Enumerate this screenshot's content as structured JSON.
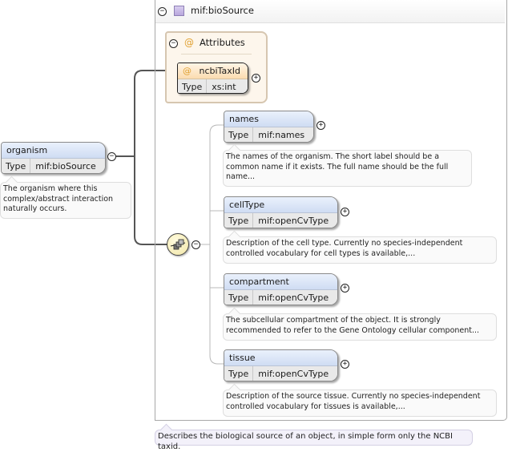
{
  "complex_type": {
    "name": "mif:bioSource",
    "toggle": "−",
    "description": "Describes the biological source of an object, in simple form only the NCBI taxid."
  },
  "root_element": {
    "name": "organism",
    "type_label": "Type",
    "type_value": "mif:bioSource",
    "toggle": "−",
    "description": "The organism where this complex/abstract interaction naturally occurs."
  },
  "attributes": {
    "label": "Attributes",
    "toggle": "−",
    "at_symbol": "@",
    "items": [
      {
        "name": "ncbiTaxId",
        "type_label": "Type",
        "type_value": "xs:int",
        "toggle": "+"
      }
    ]
  },
  "sequence": {
    "toggle": "−",
    "elements": [
      {
        "name": "names",
        "type_label": "Type",
        "type_value": "mif:names",
        "toggle": "+",
        "description": "The names of the organism. The short label should be a common name if it exists. The full name should be the full name..."
      },
      {
        "name": "cellType",
        "type_label": "Type",
        "type_value": "mif:openCvType",
        "toggle": "+",
        "description": "Description of the cell type. Currently no species-independent controlled vocabulary for cell types is available,..."
      },
      {
        "name": "compartment",
        "type_label": "Type",
        "type_value": "mif:openCvType",
        "toggle": "+",
        "description": "The subcellular compartment of the object. It is strongly recommended to refer to the Gene Ontology cellular component..."
      },
      {
        "name": "tissue",
        "type_label": "Type",
        "type_value": "mif:openCvType",
        "toggle": "+",
        "description": "Description of the source tissue. Currently no species-independent controlled vocabulary for tissues is available,..."
      }
    ]
  }
}
